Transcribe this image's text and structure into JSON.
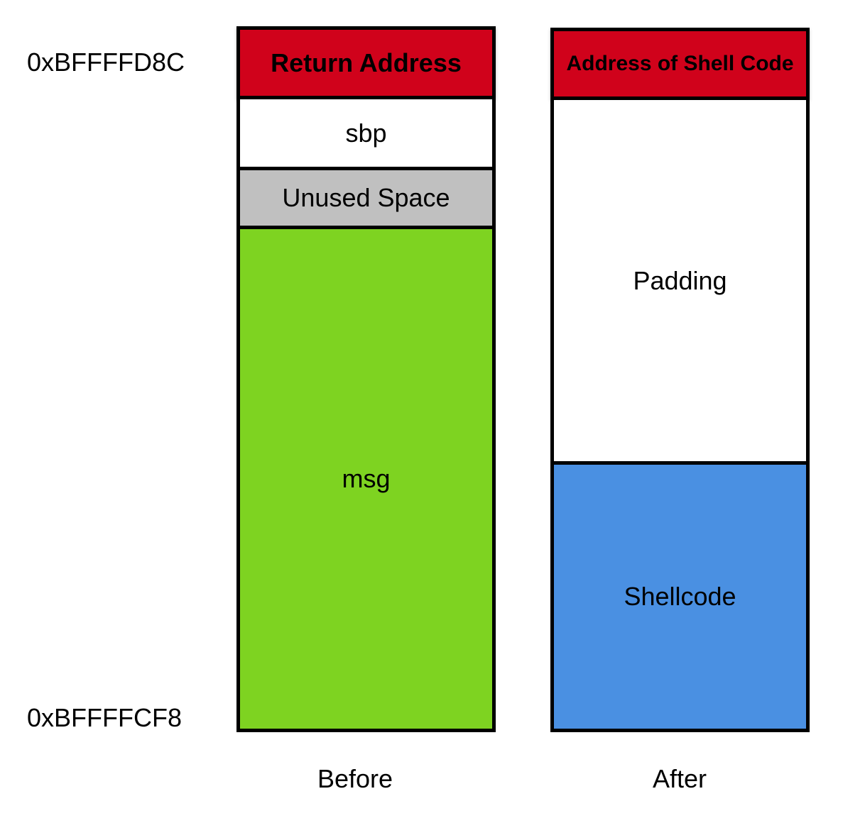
{
  "addresses": {
    "top": "0xBFFFFD8C",
    "bottom": "0xBFFFFCF8"
  },
  "before": {
    "caption": "Before",
    "segments": [
      {
        "label": "Return Address",
        "color": "#d0021b",
        "bold": true
      },
      {
        "label": "sbp",
        "color": "#ffffff",
        "bold": false
      },
      {
        "label": "Unused Space",
        "color": "#c0c0c0",
        "bold": false
      },
      {
        "label": "msg",
        "color": "#7ed321",
        "bold": false
      }
    ]
  },
  "after": {
    "caption": "After",
    "segments": [
      {
        "label": "Address of Shell Code",
        "color": "#d0021b",
        "bold": true
      },
      {
        "label": "Padding",
        "color": "#ffffff",
        "bold": false
      },
      {
        "label": "Shellcode",
        "color": "#4a90e2",
        "bold": false
      }
    ]
  }
}
